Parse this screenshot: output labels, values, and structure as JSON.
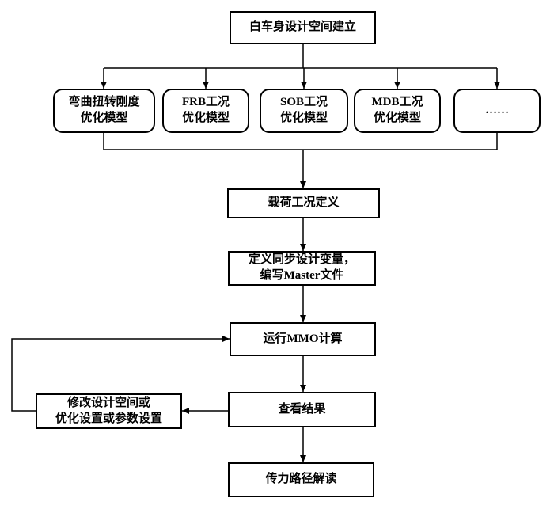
{
  "flow": {
    "top_label": "白车身设计空间建立",
    "models": [
      {
        "line1": "弯曲扭转刚度",
        "line2": "优化模型"
      },
      {
        "line1": "FRB工况",
        "line2": "优化模型"
      },
      {
        "line1": "SOB工况",
        "line2": "优化模型"
      },
      {
        "line1": "MDB工况",
        "line2": "优化模型"
      },
      {
        "line1": "……"
      }
    ],
    "load_case_label": "载荷工况定义",
    "define_vars": {
      "line1": "定义同步设计变量，",
      "line2": "编写Master文件"
    },
    "run_label": "运行MMO计算",
    "view_label": "查看结果",
    "modify": {
      "line1": "修改设计空间或",
      "line2": "优化设置或参数设置"
    },
    "interpret_label": "传力路径解读"
  },
  "colors": {
    "line": "#000000",
    "box_background": "#ffffff",
    "text": "#000000"
  }
}
